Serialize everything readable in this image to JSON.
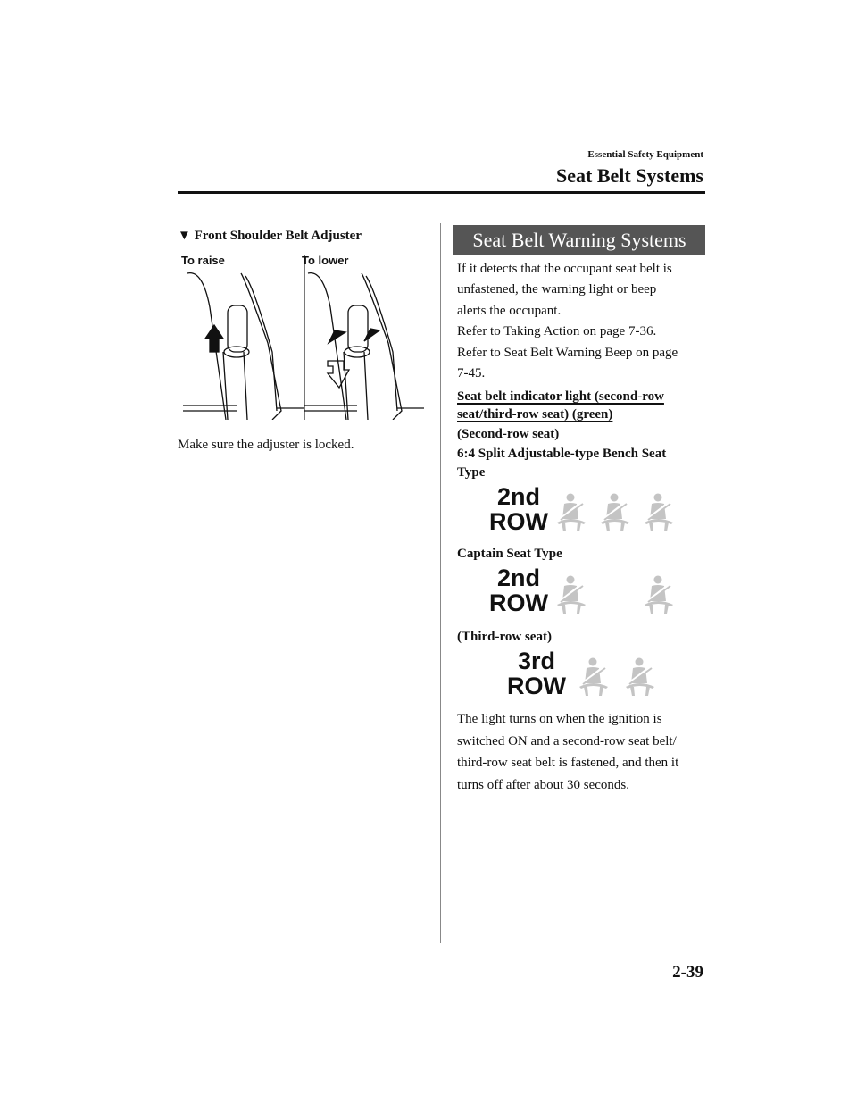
{
  "header": {
    "section": "Essential Safety Equipment",
    "title": "Seat Belt Systems"
  },
  "left": {
    "heading_marker": "▼",
    "heading": "Front Shoulder Belt Adjuster",
    "figure": {
      "label_raise": "To raise",
      "label_lower": "To lower"
    },
    "note": "Make sure the adjuster is locked."
  },
  "right": {
    "banner": "Seat Belt Warning Systems",
    "intro": [
      "If it detects that the occupant seat belt is",
      "unfastened, the warning light or beep",
      "alerts the occupant.",
      "Refer to Taking Action on page 7-36.",
      "Refer to Seat Belt Warning Beep on page",
      "7-45."
    ],
    "subheading": [
      "Seat belt indicator light (second-row",
      "seat/third-row seat) (green)"
    ],
    "second_row_label": "(Second-row seat)",
    "bench_label": [
      "6:4 Split Adjustable-type Bench Seat",
      "Type"
    ],
    "captain_label": "Captain Seat Type",
    "third_row_label": "(Third-row seat)",
    "indicators": {
      "second": [
        "2nd",
        "ROW"
      ],
      "third": [
        "3rd",
        "ROW"
      ],
      "icon": "seat-belt-icon",
      "icon_color": "#c4c4c4"
    },
    "closing": [
      "The light turns on when the ignition is",
      "switched ON and a second-row seat belt/",
      "third-row seat belt is fastened, and then it",
      "turns off after about 30 seconds."
    ]
  },
  "footer": {
    "page_number": "2-39"
  }
}
